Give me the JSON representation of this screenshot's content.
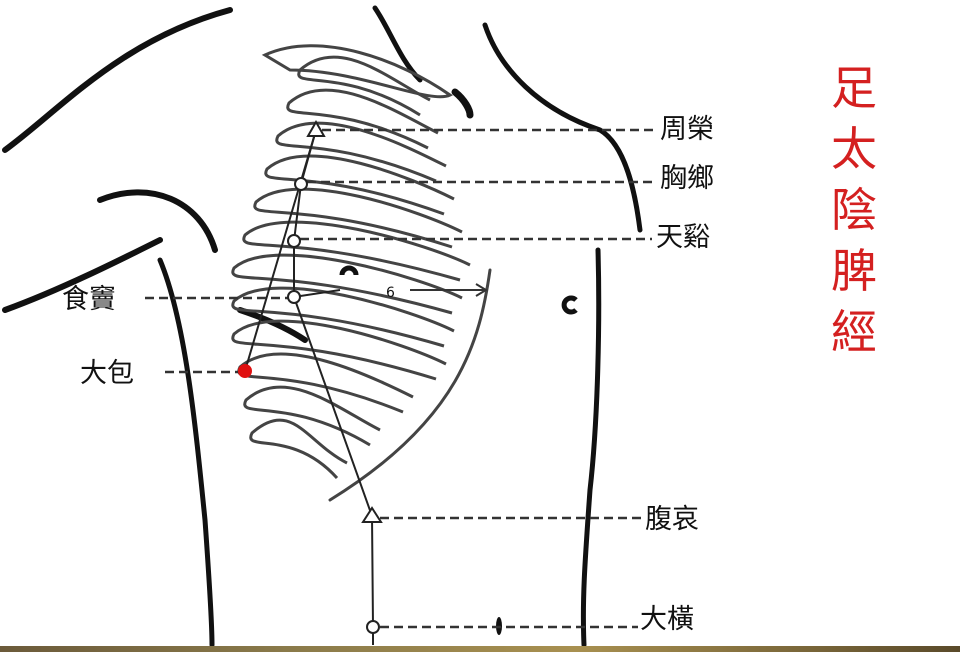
{
  "title": [
    "足",
    "太",
    "陰",
    "脾",
    "經"
  ],
  "title_color": "#d42020",
  "points": [
    {
      "name": "周榮",
      "marker": "triangle"
    },
    {
      "name": "胸鄉",
      "marker": "circle"
    },
    {
      "name": "天谿",
      "marker": "circle"
    },
    {
      "name": "食竇",
      "marker": "circle"
    },
    {
      "name": "大包",
      "marker": "filled-circle",
      "color": "#e01010"
    },
    {
      "name": "腹哀",
      "marker": "triangle"
    },
    {
      "name": "大橫",
      "marker": "circle"
    }
  ],
  "rib_mark": "6"
}
